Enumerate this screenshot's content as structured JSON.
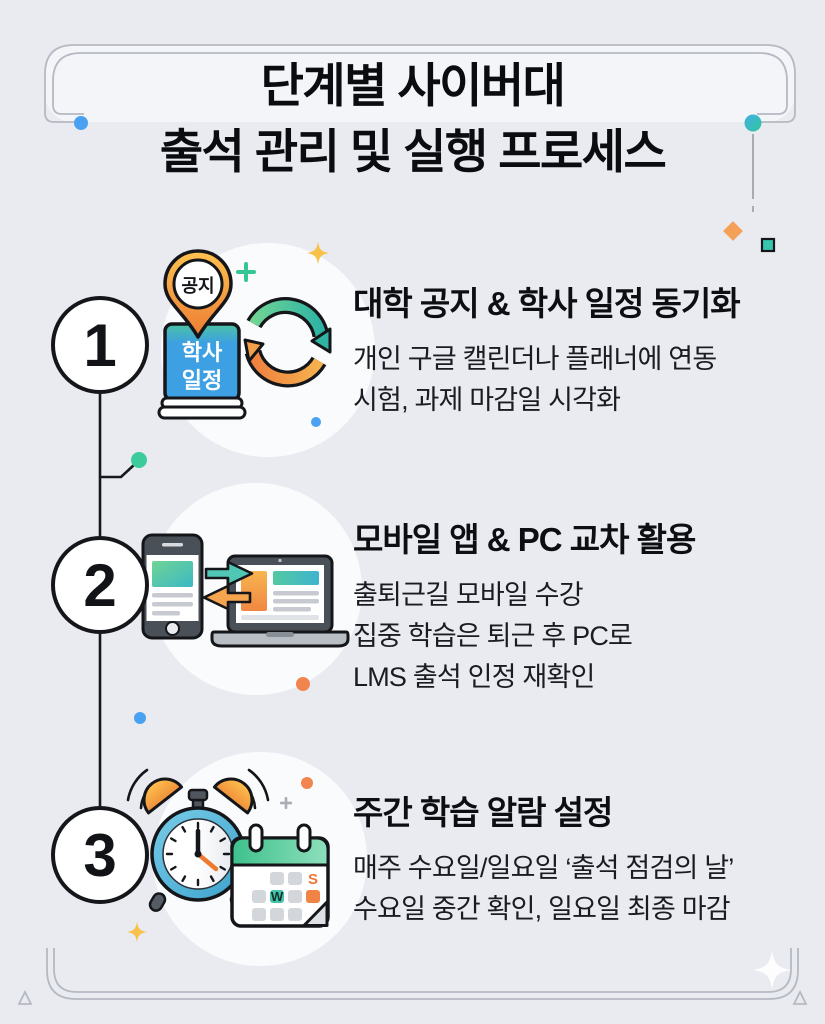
{
  "header": {
    "title_line1": "단계별 사이버대",
    "title_line2": "출석 관리 및 실행 프로세스"
  },
  "steps": [
    {
      "number": "1",
      "title": "대학 공지 & 학사 일정 동기화",
      "body": [
        "개인 구글 캘린더나 플래너에 연동",
        "시험, 과제 마감일 시각화"
      ],
      "icon": {
        "name": "notice-pin-book-sync",
        "pin_label": "공지",
        "book_label_line1": "학사",
        "book_label_line2": "일정"
      }
    },
    {
      "number": "2",
      "title": "모바일 앱 & PC 교차 활용",
      "body": [
        "출퇴근길 모바일 수강",
        "집중 학습은 퇴근 후 PC로",
        "LMS 출석 인정 재확인"
      ],
      "icon": {
        "name": "phone-laptop-sync"
      }
    },
    {
      "number": "3",
      "title": "주간 학습 알람 설정",
      "body": [
        "매주 수요일/일요일 ‘출석 점검의 날’",
        "수요일 중간 확인, 일요일 최종 마감"
      ],
      "icon": {
        "name": "alarm-clock-calendar",
        "calendar_wednesday": "W",
        "calendar_sunday": "S"
      }
    }
  ],
  "colors": {
    "background": "#e9ebf0",
    "panel": "#f3f5f9",
    "ink": "#15161a",
    "accent_blue": "#4aa1f1",
    "accent_teal": "#3bcb9d",
    "accent_green": "#36c693",
    "accent_orange": "#f0854a",
    "accent_yellow": "#f8c24a",
    "frame_line": "#b5b9c2"
  }
}
